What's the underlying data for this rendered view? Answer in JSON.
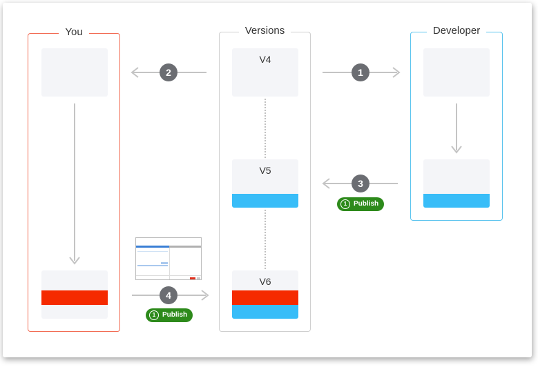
{
  "columns": {
    "you": {
      "title": "You",
      "color": "#f26b53"
    },
    "versions": {
      "title": "Versions",
      "color": "#cfcfcf"
    },
    "developer": {
      "title": "Developer",
      "color": "#5bc4ee"
    }
  },
  "versions": {
    "v4": "V4",
    "v5": "V5",
    "v6": "V6"
  },
  "steps": {
    "s1": "1",
    "s2": "2",
    "s3": "3",
    "s4": "4"
  },
  "publish": {
    "label": "Publish",
    "count": "1"
  },
  "colors": {
    "red_change": "#f52a00",
    "blue_change": "#38bdf8",
    "card_bg": "#f4f5f8",
    "badge": "#6b6d72",
    "publish_green": "#2d8a1b"
  }
}
